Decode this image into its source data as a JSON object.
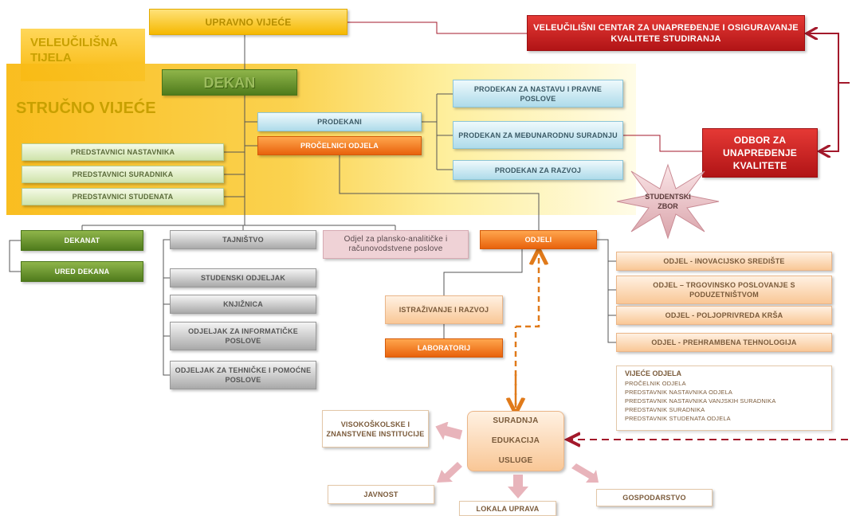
{
  "colors": {
    "yellow": "#f5b800",
    "green_dark": "#4f7b1c",
    "green_light": "#cfe3aa",
    "blue": "#aedbea",
    "orange": "#e8620c",
    "peach": "#f9c796",
    "gray": "#a9a9a9",
    "red": "#b11416",
    "pink": "#efd2d6",
    "dashed_arrow": "#a3192b",
    "dotted_arrow": "#e07a1a"
  },
  "top": {
    "upravno_vijece": "UPRAVNO VIJEĆE",
    "veleucilisna_tijela": "VELEUČILIŠNA TIJELA",
    "dekan": "DEKAN",
    "strucno_vijece": "STRUČNO VIJEĆE"
  },
  "quality": {
    "centar": "VELEUČILIŠNI CENTAR ZA UNAPREĐENJE I OSIGURAVANJE KVALITETE STUDIRANJA",
    "odbor": "ODBOR ZA UNAPREĐENJE KVALITETE"
  },
  "dekanske_uloge": {
    "prodekani": "PRODEKANI",
    "procelnici": "PROČELNICI ODJELA"
  },
  "prodekani_lista": [
    "PRODEKAN ZA NASTAVU I PRAVNE POSLOVE",
    "PRODEKAN ZA MEĐUNARODNU SURADNJU",
    "PRODEKAN ZA RAZVOJ"
  ],
  "predstavnici": [
    "PREDSTAVNICI NASTAVNIKA",
    "PREDSTAVNICI SURADNIKA",
    "PREDSTAVNICI STUDENATA"
  ],
  "dekanat": {
    "dekanat": "DEKANAT",
    "ured": "URED DEKANA"
  },
  "tajnistvo": {
    "title": "TAJNIŠTVO",
    "items": [
      "STUDENSKI ODJELJAK",
      "KNJIŽNICA",
      "ODJELJAK ZA INFORMATIČKE POSLOVE",
      "ODJELJAK ZA TEHNIČKE I POMOĆNE POSLOVE"
    ]
  },
  "odjel_plan": "Odjel za plansko-analitičke i računovodstvene poslove",
  "studentski_zbor": "STUDENTSKI ZBOR",
  "odjeli": {
    "title": "ODJELI",
    "istrazivanje": "ISTRAŽIVANJE I RAZVOJ",
    "laboratorij": "LABORATORIJ",
    "lista": [
      "ODJEL - INOVACIJSKO SREDIŠTE",
      "ODJEL – TRGOVINSKO POSLOVANJE S PODUZETNIŠTVOM",
      "ODJEL - POLJOPRIVREDA KRŠA",
      "ODJEL - PREHRAMBENA TEHNOLOGIJA"
    ]
  },
  "vijece_odjela": {
    "title": "VIJEĆE ODJELA",
    "items": [
      "PROČELNIK ODJELA",
      "PREDSTAVNIK NASTAVNIKA ODJELA",
      "PREDSTAVNIK NASTAVNIKA VANJSKIH SURADNIKA",
      "PREDSTAVNIK SURADNIKA",
      "PREDSTAVNIK STUDENATA ODJELA"
    ]
  },
  "centre_activities": [
    "SURADNJA",
    "EDUKACIJA",
    "USLUGE"
  ],
  "outputs": {
    "visokoskolske": "VISOKOŠKOLSKE I ZNANSTVENE INSTITUCIJE",
    "javnost": "JAVNOST",
    "lokala": "LOKALA UPRAVA",
    "gospodarstvo": "GOSPODARSTVO"
  }
}
